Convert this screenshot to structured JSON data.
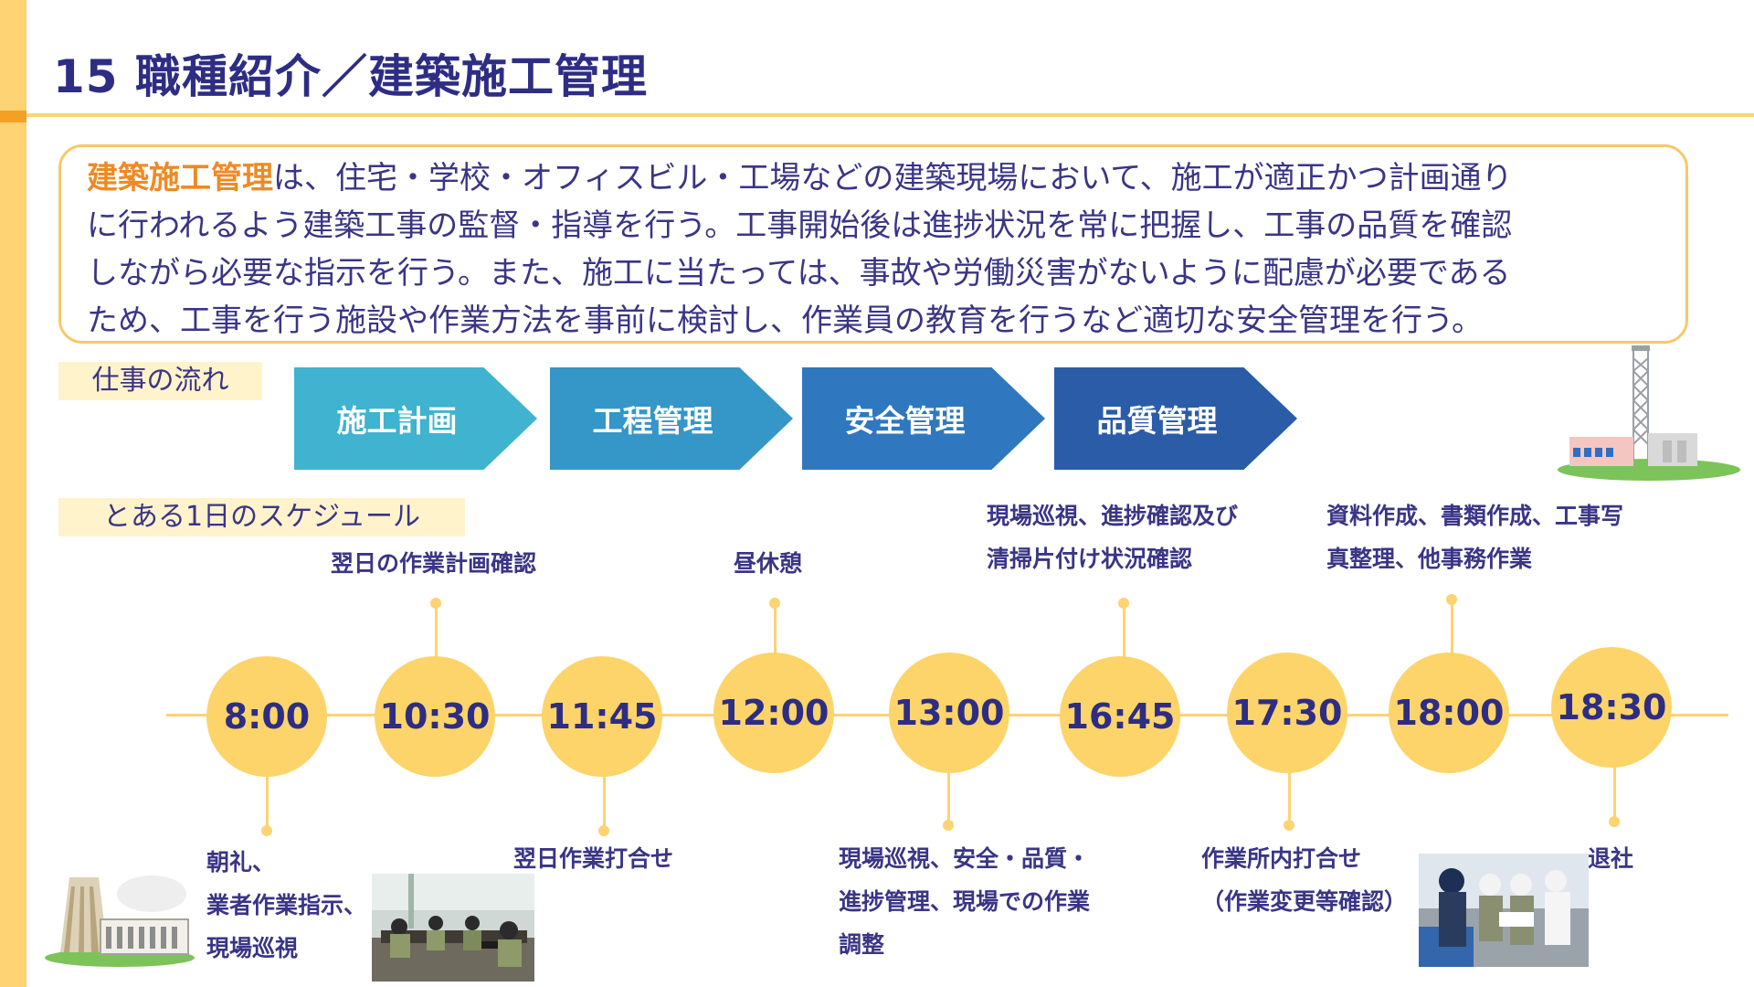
{
  "title": "15 職種紹介／建築施工管理",
  "description": {
    "highlight": "建築施工管理",
    "line1_rest": "は、住宅・学校・オフィスビル・工場などの建築現場において、施工が適正かつ計画通り",
    "line2": "に行われるよう建築工事の監督・指導を行う。工事開始後は進捗状況を常に把握し、工事の品質を確認",
    "line3": "しながら必要な指示を行う。また、施工に当たっては、事故や労働災害がないように配慮が必要である",
    "line4": "ため、工事を行う施設や作業方法を事前に検討し、作業員の教育を行うなど適切な安全管理を行う。"
  },
  "workflow": {
    "label": "仕事の流れ",
    "steps": [
      "施工計画",
      "工程管理",
      "安全管理",
      "品質管理"
    ],
    "colors": [
      "#3fb3cf",
      "#3596c8",
      "#2f78bf",
      "#2a5ca8"
    ]
  },
  "schedule": {
    "label": "とある1日のスケジュール",
    "times": [
      "8:00",
      "10:30",
      "11:45",
      "12:00",
      "13:00",
      "16:45",
      "17:30",
      "18:00",
      "18:30"
    ],
    "activities": {
      "t0800": [
        "朝礼、",
        "業者作業指示、",
        "現場巡視"
      ],
      "t1030": [
        "翌日の作業計画確認"
      ],
      "t1145": [
        "翌日作業打合せ"
      ],
      "t1200": [
        "昼休憩"
      ],
      "t1300": [
        "現場巡視、安全・品質・",
        "進捗管理、現場での作業",
        "調整"
      ],
      "t1645": [
        "現場巡視、進捗確認及び",
        "清掃片付け状況確認"
      ],
      "t1730": [
        "作業所内打合せ",
        "（作業変更等確認）"
      ],
      "t1800": [
        "資料作成、書類作成、工事写",
        "真整理、他事務作業"
      ],
      "t1830": [
        "退社"
      ]
    }
  },
  "colors": {
    "accent_yellow": "#fdd373",
    "accent_orange": "#f3a023",
    "navy": "#2e2d84"
  },
  "icons": [
    "factory-illustration",
    "building-illustration",
    "meeting-photo",
    "site-inspection-photo"
  ]
}
